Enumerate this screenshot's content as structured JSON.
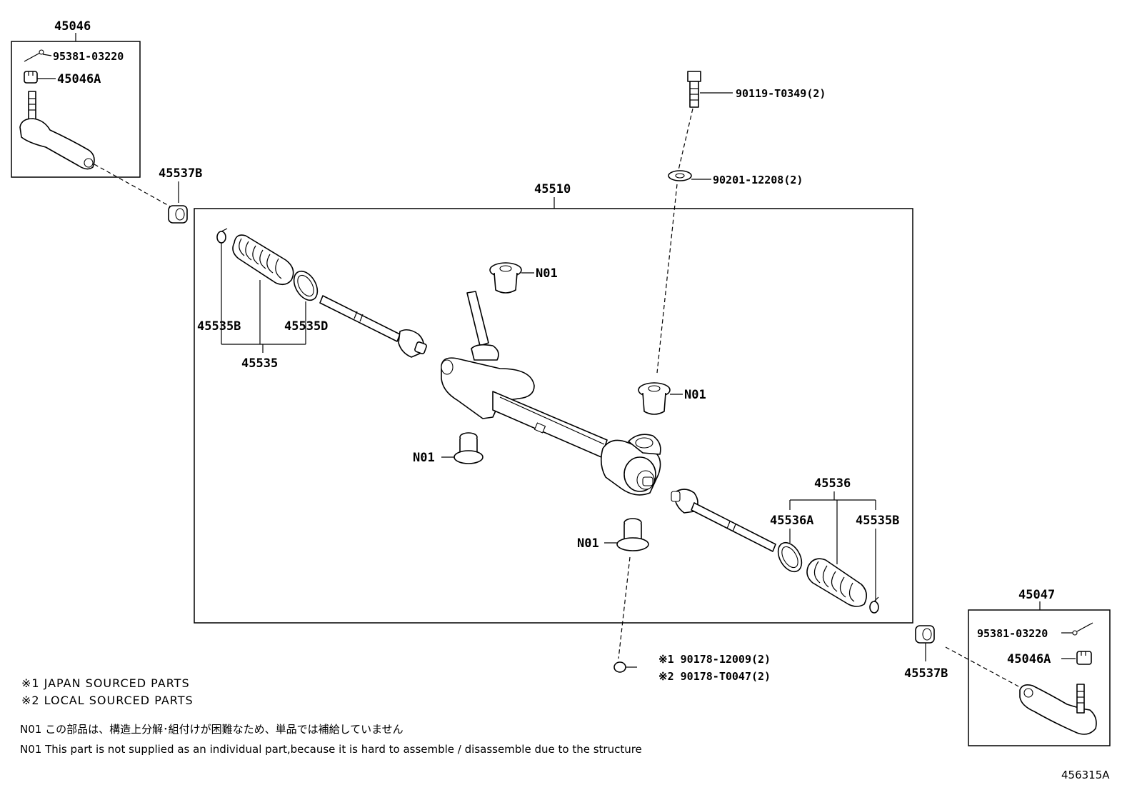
{
  "labels": {
    "tie_rod_end_left": "45046",
    "cotter_pin_left": "95381-03220",
    "nut_left": "45046A",
    "boot_cover_left": "45537B",
    "gear_assembly": "45510",
    "bolt": "90119-T0349(2)",
    "washer": "90201-12208(2)",
    "n01_top": "N01",
    "n01_right": "N01",
    "n01_left": "N01",
    "n01_bottom": "N01",
    "boot_clamp_left": "45535B",
    "boot_band_left": "45535D",
    "boot_kit_left": "45535",
    "boot_kit_right": "45536",
    "boot_band_right": "45536A",
    "boot_clamp_right": "45535B",
    "tie_rod_end_right": "45047",
    "cotter_pin_right": "95381-03220",
    "nut_right": "45046A",
    "boot_cover_right": "45537B",
    "nut_japan": "※1 90178-12009(2)",
    "nut_local": "※2 90178-T0047(2)"
  },
  "notes": {
    "japan_sourced": "※1 JAPAN SOURCED PARTS",
    "local_sourced": "※2 LOCAL SOURCED PARTS",
    "n01_ja": "N01 この部品は、構造上分解･組付けが困難なため、単品では補給していません",
    "n01_en": "N01 This part is not supplied as an individual part,because it is hard to assemble / disassemble due to the structure"
  },
  "figure_id": "456315A"
}
